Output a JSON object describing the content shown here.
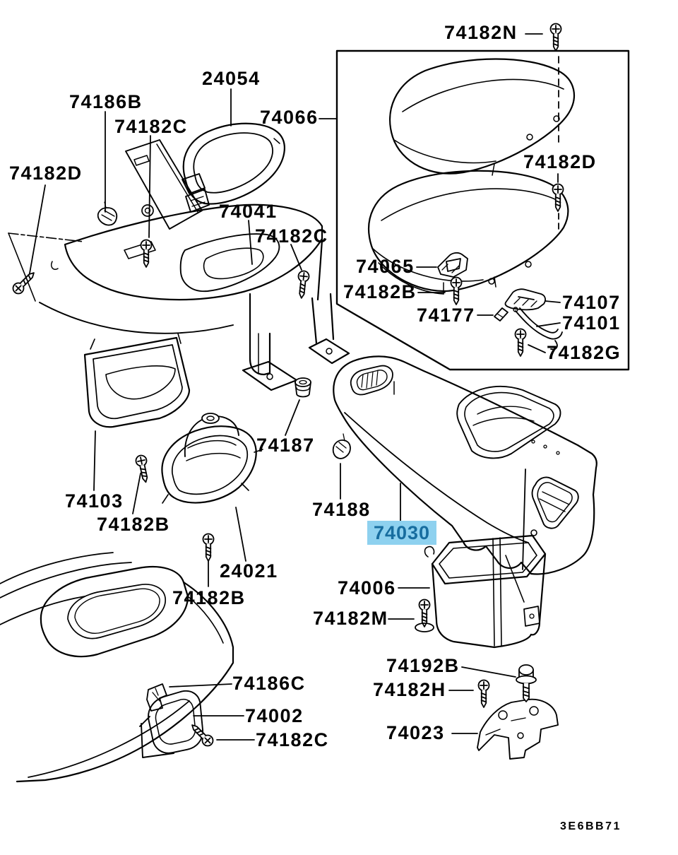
{
  "diagram": {
    "title": "floor-console-exploded-parts-diagram",
    "code": "3E6BB71",
    "highlight": {
      "part": "74030",
      "background": "#8ed1ef",
      "text_color": "#176d9f"
    },
    "callouts": [
      {
        "id": "74182N",
        "text": "74182N"
      },
      {
        "id": "24054",
        "text": "24054"
      },
      {
        "id": "74186B",
        "text": "74186B"
      },
      {
        "id": "74182C-a",
        "text": "74182C"
      },
      {
        "id": "74066",
        "text": "74066"
      },
      {
        "id": "74182D-left",
        "text": "74182D"
      },
      {
        "id": "74182D-box",
        "text": "74182D"
      },
      {
        "id": "74041",
        "text": "74041"
      },
      {
        "id": "74182C-b",
        "text": "74182C"
      },
      {
        "id": "74065",
        "text": "74065"
      },
      {
        "id": "74182B-box",
        "text": "74182B"
      },
      {
        "id": "74177",
        "text": "74177"
      },
      {
        "id": "74107",
        "text": "74107"
      },
      {
        "id": "74101",
        "text": "74101"
      },
      {
        "id": "74182G",
        "text": "74182G"
      },
      {
        "id": "74187",
        "text": "74187"
      },
      {
        "id": "74103",
        "text": "74103"
      },
      {
        "id": "74182B-upper",
        "text": "74182B"
      },
      {
        "id": "74188",
        "text": "74188"
      },
      {
        "id": "74030",
        "text": "74030"
      },
      {
        "id": "24021",
        "text": "24021"
      },
      {
        "id": "74182B-mid",
        "text": "74182B"
      },
      {
        "id": "74006",
        "text": "74006"
      },
      {
        "id": "74182M",
        "text": "74182M"
      },
      {
        "id": "74192B",
        "text": "74192B"
      },
      {
        "id": "74182H",
        "text": "74182H"
      },
      {
        "id": "74186C",
        "text": "74186C"
      },
      {
        "id": "74002",
        "text": "74002"
      },
      {
        "id": "74182C-c",
        "text": "74182C"
      },
      {
        "id": "74023",
        "text": "74023"
      }
    ]
  }
}
